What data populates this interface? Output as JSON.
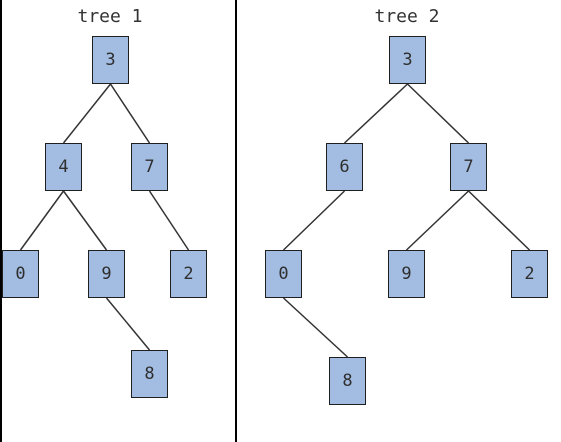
{
  "trees": [
    {
      "title": "tree 1",
      "nodes": [
        {
          "id": "t1-root",
          "label": "3"
        },
        {
          "id": "t1-n4",
          "label": "4"
        },
        {
          "id": "t1-n7",
          "label": "7"
        },
        {
          "id": "t1-n0",
          "label": "0"
        },
        {
          "id": "t1-n9",
          "label": "9"
        },
        {
          "id": "t1-n2",
          "label": "2"
        },
        {
          "id": "t1-n8",
          "label": "8"
        }
      ],
      "edges": [
        [
          "t1-root",
          "t1-n4"
        ],
        [
          "t1-root",
          "t1-n7"
        ],
        [
          "t1-n4",
          "t1-n0"
        ],
        [
          "t1-n4",
          "t1-n9"
        ],
        [
          "t1-n7",
          "t1-n2"
        ],
        [
          "t1-n9",
          "t1-n8"
        ]
      ]
    },
    {
      "title": "tree 2",
      "nodes": [
        {
          "id": "t2-root",
          "label": "3"
        },
        {
          "id": "t2-n6",
          "label": "6"
        },
        {
          "id": "t2-n7",
          "label": "7"
        },
        {
          "id": "t2-n0",
          "label": "0"
        },
        {
          "id": "t2-n9",
          "label": "9"
        },
        {
          "id": "t2-n2",
          "label": "2"
        },
        {
          "id": "t2-n8",
          "label": "8"
        }
      ],
      "edges": [
        [
          "t2-root",
          "t2-n6"
        ],
        [
          "t2-root",
          "t2-n7"
        ],
        [
          "t2-n6",
          "t2-n0"
        ],
        [
          "t2-n7",
          "t2-n9"
        ],
        [
          "t2-n7",
          "t2-n2"
        ],
        [
          "t2-n0",
          "t2-n8"
        ]
      ]
    }
  ],
  "colors": {
    "node_fill": "#a3bde2",
    "node_border": "#1f1f1f",
    "edge": "#333333"
  }
}
